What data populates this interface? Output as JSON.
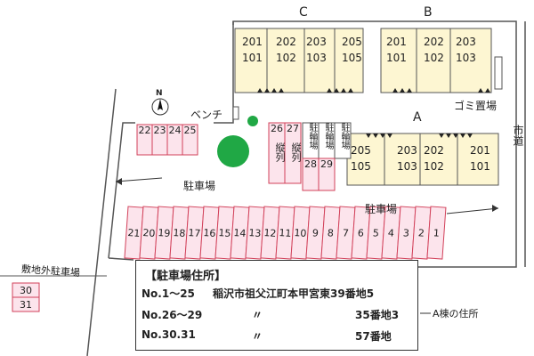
{
  "colors": {
    "parking_fill": "#fce4ec",
    "parking_stroke": "#d2415a",
    "building_fill": "#fdf6d2",
    "building_stroke": "#555555",
    "tree": "#20a845",
    "line": "#555555"
  },
  "buildings": {
    "C": {
      "letter": "C",
      "units_top": [
        "201",
        "202",
        "203",
        "205"
      ],
      "units_bottom": [
        "101",
        "102",
        "103",
        "105"
      ]
    },
    "B": {
      "letter": "B",
      "units_top": [
        "201",
        "202",
        "203"
      ],
      "units_bottom": [
        "101",
        "102",
        "103"
      ]
    },
    "A": {
      "letter": "A",
      "units_top": [
        "205",
        "203",
        "202",
        "201"
      ],
      "units_bottom": [
        "105",
        "103",
        "102",
        "101"
      ]
    }
  },
  "labels": {
    "bench": "ベンチ",
    "garbage": "ゴミ置場",
    "city_road": "市道",
    "parking_left": "駐車場",
    "parking_right": "駐車場",
    "offsite_parking": "敷地外駐車場",
    "compass": "N",
    "tandem": "縦列",
    "bike": "駐輪場"
  },
  "parking_top": [
    "22",
    "23",
    "24",
    "25"
  ],
  "parking_tandem": [
    "26",
    "27"
  ],
  "parking_tandem2": [
    "28",
    "29"
  ],
  "parking_bottom": [
    "21",
    "20",
    "19",
    "18",
    "17",
    "16",
    "15",
    "14",
    "13",
    "12",
    "11",
    "10",
    "9",
    "8",
    "7",
    "6",
    "5",
    "4",
    "3",
    "2",
    "1"
  ],
  "parking_offsite": [
    "30",
    "31"
  ],
  "info_box": {
    "title": "【駐車場住所】",
    "rows": [
      {
        "nos": "No.1～25",
        "addr": "稲沢市祖父江町本甲宮東39番地5"
      },
      {
        "nos": "No.26～29",
        "ditto": "〃",
        "addr": "35番地3"
      },
      {
        "nos": "No.30.31",
        "ditto": "〃",
        "addr": "57番地"
      }
    ],
    "note": "A棟の住所"
  }
}
